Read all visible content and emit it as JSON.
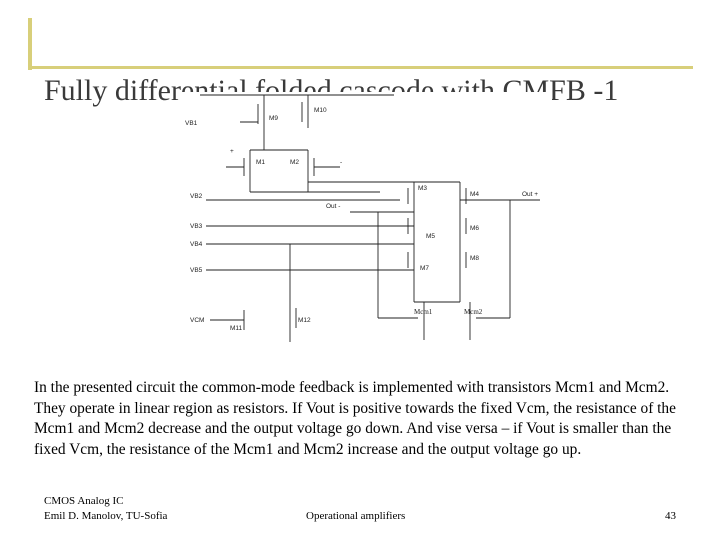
{
  "slide": {
    "title": "Fully differential folded cascode with CMFB -1",
    "paragraph": "In the presented circuit the common-mode feedback is implemented with transistors Mcm1 and Mcm2. They operate in linear region as resistors. If Vout is positive towards the fixed Vcm, the resistance of the Mcm1 and Mcm2 decrease and the output voltage go down. And vise versa – if Vout is smaller than the fixed Vcm, the resistance of the Mcm1 and Mcm2 increase and the output voltage go up."
  },
  "schematic": {
    "bias_labels": {
      "vb1": "VB1",
      "vb2": "VB2",
      "vb3": "VB3",
      "vb4": "VB4",
      "vb5": "VB5",
      "vcm": "VCM"
    },
    "transistors": {
      "m9": "M9",
      "m10": "M10",
      "m1": "M1",
      "m2": "M2",
      "m3": "M3",
      "m4": "M4",
      "m5": "M5",
      "m6": "M6",
      "m7": "M7",
      "m8": "M8",
      "m11": "M11",
      "m12": "M12",
      "mcm1": "Mcm1",
      "mcm2": "Mcm2"
    },
    "terminals": {
      "plus": "+",
      "minus": "-",
      "out_minus": "Out -",
      "out_plus": "Out +"
    }
  },
  "footer": {
    "course": "CMOS Analog IC",
    "author": "Emil D. Manolov, TU-Sofia",
    "topic": "Operational amplifiers",
    "page": "43"
  }
}
